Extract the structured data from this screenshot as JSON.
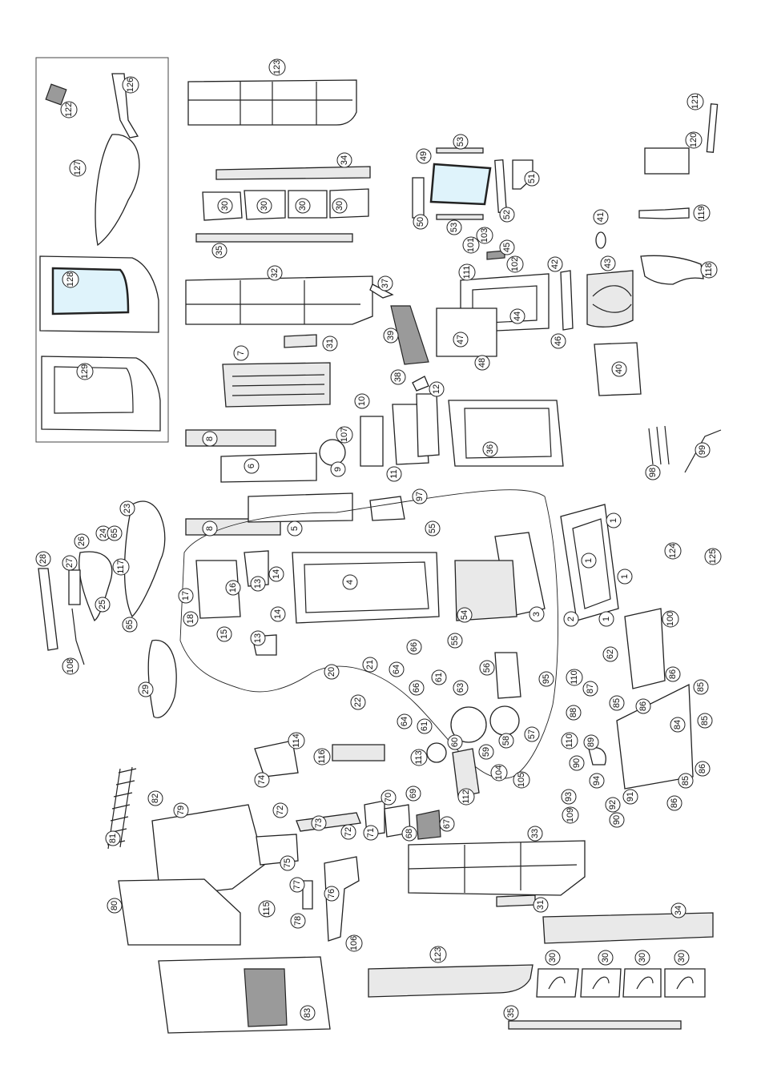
{
  "callout_labels": [
    "1",
    "2",
    "3",
    "4",
    "5",
    "6",
    "7",
    "8",
    "9",
    "10",
    "11",
    "12",
    "13",
    "14",
    "15",
    "16",
    "17",
    "18",
    "20",
    "21",
    "22",
    "23",
    "24",
    "25",
    "26",
    "27",
    "28",
    "29",
    "30",
    "31",
    "32",
    "33",
    "34",
    "35",
    "36",
    "37",
    "38",
    "39",
    "40",
    "41",
    "42",
    "43",
    "44",
    "45",
    "46",
    "47",
    "48",
    "49",
    "50",
    "51",
    "52",
    "53",
    "54",
    "55",
    "56",
    "57",
    "58",
    "59",
    "60",
    "61",
    "62",
    "63",
    "64",
    "65",
    "66",
    "67",
    "68",
    "69",
    "70",
    "71",
    "72",
    "73",
    "74",
    "75",
    "76",
    "77",
    "78",
    "79",
    "80",
    "81",
    "82",
    "83",
    "84",
    "85",
    "86",
    "87",
    "88",
    "89",
    "90",
    "91",
    "92",
    "93",
    "94",
    "95",
    "97",
    "98",
    "99",
    "100",
    "101",
    "102",
    "103",
    "104",
    "105",
    "106",
    "107",
    "108",
    "109",
    "110",
    "111",
    "112",
    "113",
    "114",
    "115",
    "116",
    "117",
    "118",
    "119",
    "120",
    "121",
    "122",
    "123",
    "124",
    "125",
    "126",
    "127",
    "128",
    "129"
  ]
}
